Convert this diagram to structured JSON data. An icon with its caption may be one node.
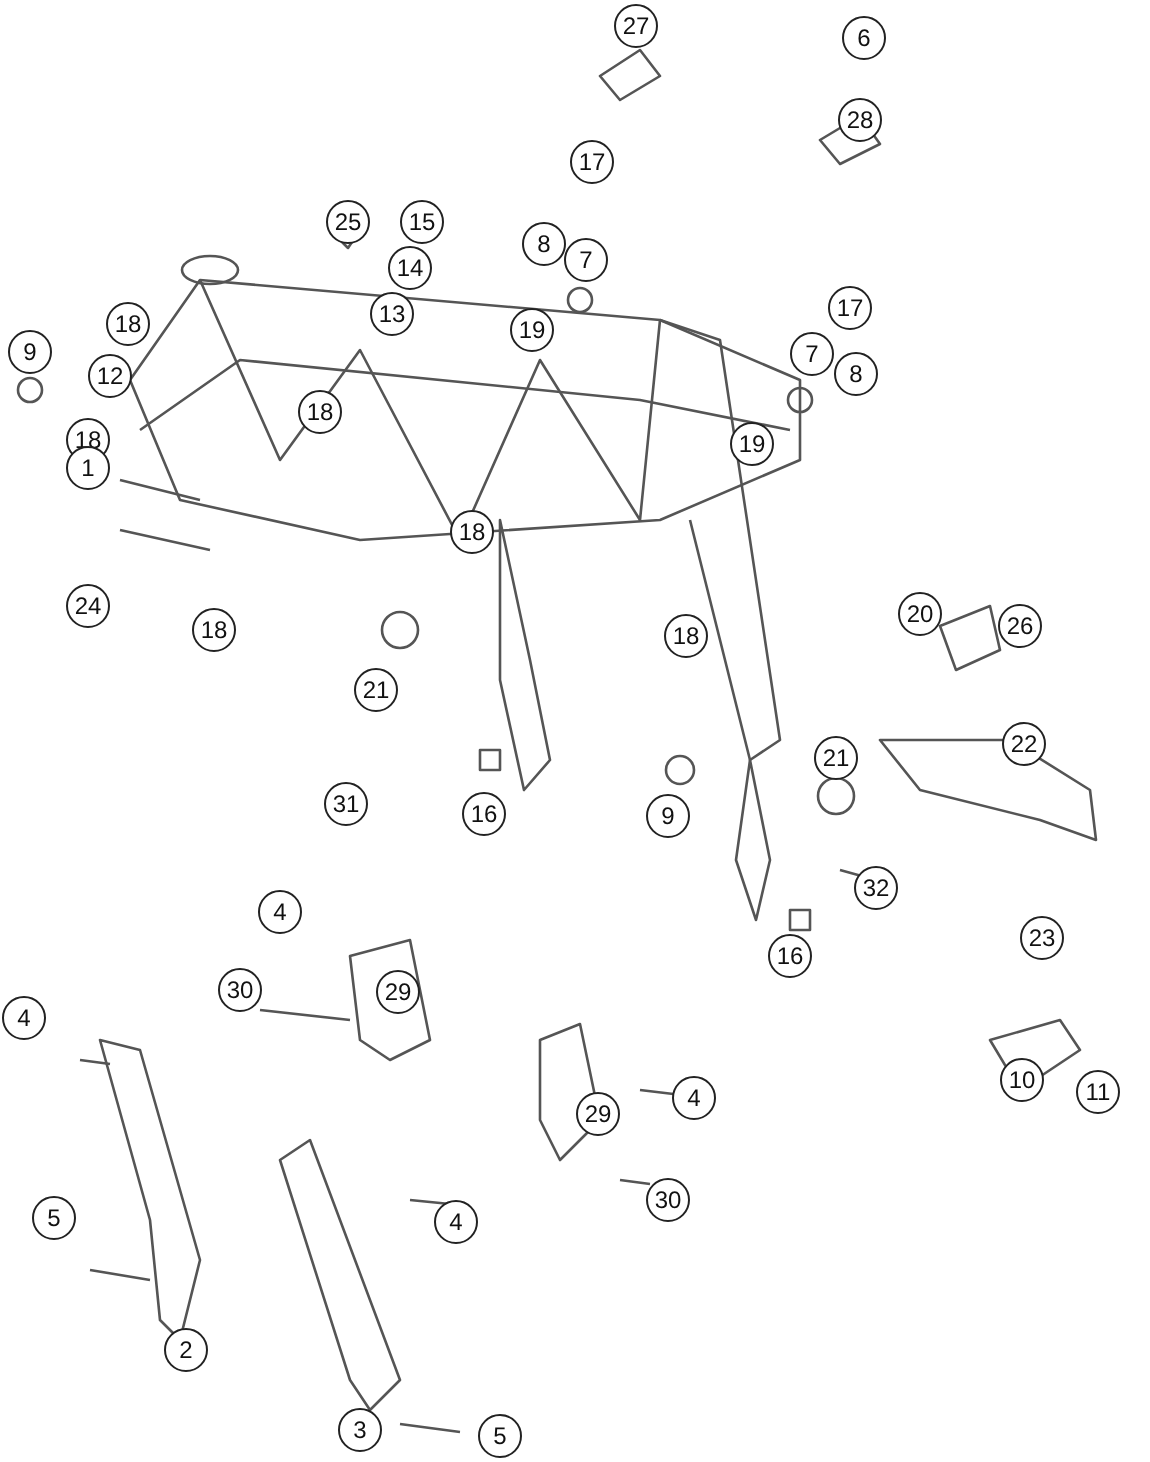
{
  "diagram": {
    "labels": [
      "27",
      "6",
      "28",
      "17",
      "25",
      "15",
      "8",
      "7",
      "14",
      "13",
      "17",
      "18",
      "19",
      "9",
      "12",
      "7",
      "8",
      "18",
      "18",
      "19",
      "1",
      "18",
      "20",
      "24",
      "18",
      "18",
      "26",
      "21",
      "21",
      "22",
      "31",
      "16",
      "9",
      "32",
      "16",
      "23",
      "4",
      "30",
      "29",
      "4",
      "10",
      "11",
      "29",
      "4",
      "5",
      "4",
      "30",
      "2",
      "3",
      "5"
    ]
  }
}
